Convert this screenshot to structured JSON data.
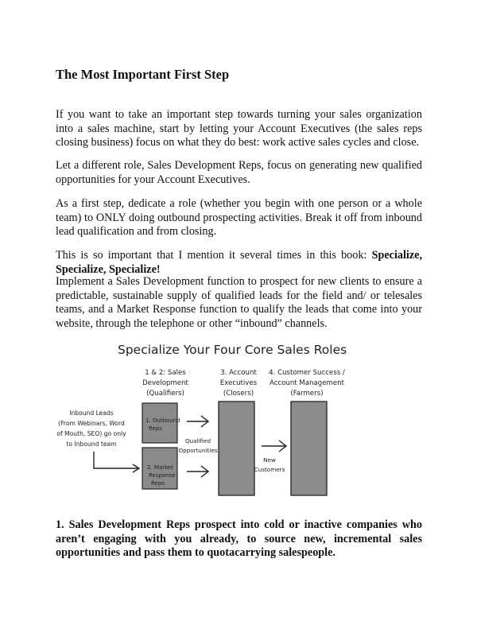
{
  "heading": "The Most Important First Step",
  "paragraphs": {
    "p1": "If you want to take an important step towards turning your sales organization into a sales machine, start by letting your Account Executives (the sales reps closing business) focus on what they do best: work active sales cycles and close.",
    "p2": "Let a different role, Sales Development Reps, focus on generating new qualified opportunities for your Account Executives.",
    "p3": "As a first step, dedicate a role (whether you begin with one person or a whole team) to ONLY doing outbound prospecting activities. Break it off from inbound lead qualification and from closing.",
    "p4_text": "This is so important that I mention it several times in this book: ",
    "p4_bold": "Specialize, Specialize, Specialize!",
    "p5": "Implement a Sales Development function to prospect for new clients to ensure a predictable, sustainable supply of qualified leads for the field and/ or telesales teams, and a Market Response function to qualify the leads that come into your website, through the telephone or other “inbound” channels.",
    "p6": "1. Sales Development Reps prospect into cold or inactive companies who aren’t engaging with you already, to source new, incremental sales opportunities and pass them to quotacarrying salespeople."
  },
  "diagram": {
    "title": "Specialize Your Four Core Sales Roles",
    "col1_header": [
      "1 & 2: Sales",
      "Development",
      "(Qualifiers)"
    ],
    "col2_header": [
      "3. Account",
      "Executives",
      "(Closers)"
    ],
    "col3_header": [
      "4. Customer Success /",
      "Account Management",
      "(Farmers)"
    ],
    "inbound_note": [
      "Inbound Leads",
      "(From Webinars, Word",
      "of Mouth, SEO) go only",
      "to Inbound team"
    ],
    "box1_label": [
      "1. Outbound",
      "Reps"
    ],
    "box2_label": [
      "2. Market",
      "Response",
      "Reps"
    ],
    "qualified_label": [
      "Qualified",
      "Opportunities"
    ],
    "new_customers_label": [
      "New",
      "Customers"
    ],
    "colors": {
      "box_fill": "#8a8a8a",
      "tall_fill": "#8c8c8c",
      "stroke": "#222222"
    }
  }
}
